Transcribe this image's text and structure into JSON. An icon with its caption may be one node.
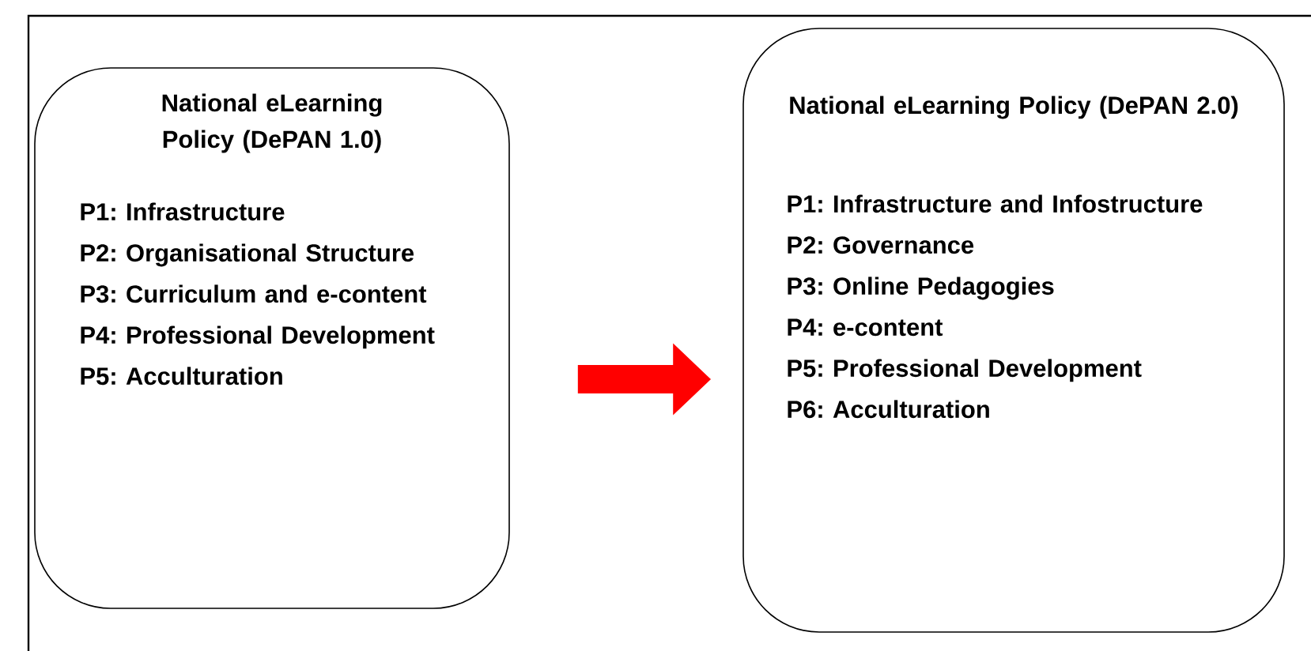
{
  "diagram": {
    "nodes": [
      {
        "text": [
          "National eLearning Policy (DePAN 1.0)",
          "P1: Infrastructure",
          "P2: Organisational Structure",
          "P3: Curriculum and e-content",
          "P4: Professional Development",
          "P5: Acculturation"
        ]
      },
      {
        "text": [
          "National eLearning Policy (DePAN 2.0)",
          "P1: Infrastructure and Infostructure",
          "P2: Governance",
          "P3: Online Pedagogies",
          "P4: e-content",
          "P5: Professional Development",
          "P6: Acculturation"
        ]
      }
    ],
    "edges": [
      {
        "from": 0,
        "to": 1,
        "arrow": "to",
        "color": "#ff0000"
      }
    ]
  }
}
